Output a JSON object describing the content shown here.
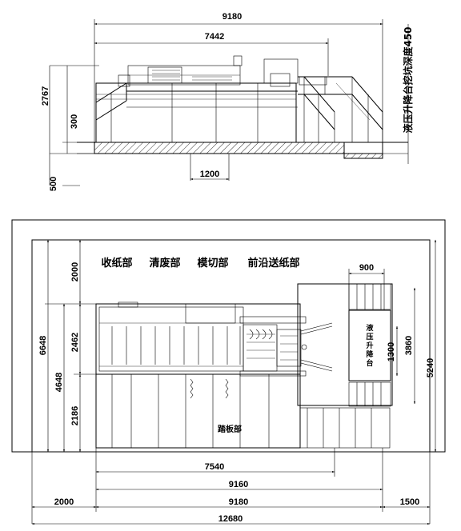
{
  "side_view": {
    "dims": {
      "overall_length": "9180",
      "machine_length": "7442",
      "pit_width": "1200",
      "height_total": "2767",
      "height_platform": "300",
      "pit_depth_500": "500"
    },
    "vertical_note": "液压升降台挖坑深度450"
  },
  "plan_view": {
    "sections": {
      "delivery": "收纸部",
      "waste_stripping": "清废部",
      "die_cutting": "模切部",
      "feeder": "前沿送纸部",
      "platform": "踏板部",
      "lift_table": "液压升降台"
    },
    "dims": {
      "lift_width": "900",
      "lift_depth": "1300",
      "right_3860": "3860",
      "right_5240": "5240",
      "left_6648": "6648",
      "left_4648": "4648",
      "left_2000": "2000",
      "left_2462": "2462",
      "left_2186": "2186",
      "bottom_7540": "7540",
      "bottom_9160": "9160",
      "bottom_left_2000": "2000",
      "bottom_9180": "9180",
      "bottom_right_1500": "1500",
      "bottom_total_12680": "12680"
    }
  }
}
